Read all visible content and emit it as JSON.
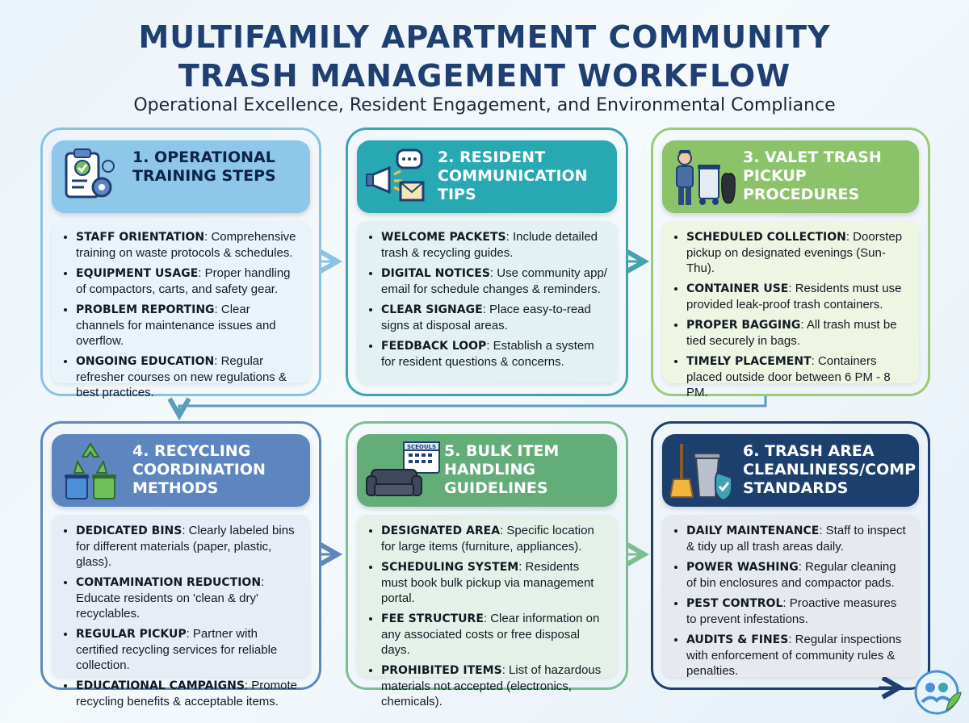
{
  "header": {
    "title_line1": "MULTIFAMILY APARTMENT COMMUNITY",
    "title_line2": "TRASH MANAGEMENT WORKFLOW",
    "subtitle": "Operational Excellence, Resident Engagement, and Environmental Compliance"
  },
  "sections": [
    {
      "title": "1. OPERATIONAL\nTRAINING STEPS",
      "icon": "clipboard-gear-icon",
      "items": [
        {
          "label": "STAFF ORIENTATION",
          "text": ": Comprehensive training on waste protocols & schedules."
        },
        {
          "label": "EQUIPMENT USAGE",
          "text": ": Proper handling of compactors, carts, and safety gear."
        },
        {
          "label": "PROBLEM REPORTING",
          "text": ": Clear channels for maintenance issues and overflow."
        },
        {
          "label": "ONGOING EDUCATION",
          "text": ": Regular refresher courses on new regulations & best practices."
        }
      ]
    },
    {
      "title": "2. RESIDENT\nCOMMUNICATION\nTIPS",
      "icon": "megaphone-chat-icon",
      "items": [
        {
          "label": "WELCOME PACKETS",
          "text": ": Include detailed trash & recycling guides."
        },
        {
          "label": "DIGITAL NOTICES",
          "text": ": Use community app/ email for schedule changes & reminders."
        },
        {
          "label": "CLEAR SIGNAGE",
          "text": ": Place easy-to-read signs at disposal areas."
        },
        {
          "label": "FEEDBACK LOOP",
          "text": ": Establish a system for resident questions & concerns."
        }
      ]
    },
    {
      "title": "3. VALET TRASH\nPICKUP\nPROCEDURES",
      "icon": "valet-worker-icon",
      "items": [
        {
          "label": "SCHEDULED COLLECTION",
          "text": ": Doorstep pickup on designated evenings (Sun-Thu)."
        },
        {
          "label": "CONTAINER USE",
          "text": ": Residents must use provided leak-proof trash containers."
        },
        {
          "label": "PROPER BAGGING",
          "text": ": All trash must be tied securely in bags."
        },
        {
          "label": "TIMELY PLACEMENT",
          "text": ": Containers placed outside door between 6 PM - 8 PM."
        }
      ]
    },
    {
      "title": "4. RECYCLING\nCOORDINATION\nMETHODS",
      "icon": "recycling-bins-icon",
      "items": [
        {
          "label": "DEDICATED BINS",
          "text": ": Clearly labeled bins for different materials (paper, plastic, glass)."
        },
        {
          "label": "CONTAMINATION REDUCTION",
          "text": ": Educate residents on 'clean & dry' recyclables."
        },
        {
          "label": "REGULAR PICKUP",
          "text": ": Partner with certified recycling services for reliable collection."
        },
        {
          "label": "EDUCATIONAL CAMPAIGNS",
          "text": ": Promote recycling benefits & acceptable items."
        }
      ]
    },
    {
      "title": "5. BULK ITEM\nHANDLING\nGUIDELINES",
      "icon": "sofa-calendar-icon",
      "icon_text": "SCEOULS",
      "items": [
        {
          "label": "DESIGNATED AREA",
          "text": ": Specific location for large items (furniture, appliances)."
        },
        {
          "label": "SCHEDULING SYSTEM",
          "text": ": Residents must book bulk pickup via management portal."
        },
        {
          "label": "FEE STRUCTURE",
          "text": ": Clear information on any associated costs or free disposal days."
        },
        {
          "label": "PROHIBITED ITEMS",
          "text": ": List of hazardous materials not accepted (electronics, chemicals)."
        }
      ]
    },
    {
      "title": "6. TRASH AREA\nCLEANLINESS/COMP\nSTANDARDS",
      "icon": "trashcan-broom-shield-icon",
      "items": [
        {
          "label": "DAILY MAINTENANCE",
          "text": ": Staff to inspect & tidy up all trash areas daily."
        },
        {
          "label": "POWER WASHING",
          "text": ": Regular cleaning of bin enclosures and compactor pads."
        },
        {
          "label": "PEST CONTROL",
          "text": ": Proactive measures to prevent infestations."
        },
        {
          "label": "AUDITS & FINES",
          "text": ": Regular inspections with enforcement of community rules & penalties."
        }
      ]
    }
  ],
  "colors": {
    "frame": [
      "#8cc2e0",
      "#3fa3b0",
      "#9ccb78",
      "#5d87bd",
      "#7dbd92",
      "#1f3f73"
    ],
    "head": [
      "#8ec7ea",
      "#27a8b3",
      "#8cc36a",
      "#5d86c0",
      "#63ad79",
      "#1d3f6e"
    ],
    "head_text": [
      "#0e2347",
      "#ffffff",
      "#ffffff",
      "#ffffff",
      "#ffffff",
      "#ffffff"
    ],
    "body": [
      "#e9f3fa",
      "#e4f1f2",
      "#eef5e3",
      "#e7edf6",
      "#e5f1e8",
      "#e6eaef"
    ],
    "title": "#1f3f73"
  },
  "footer_logo": "people-leaf-logo-icon"
}
